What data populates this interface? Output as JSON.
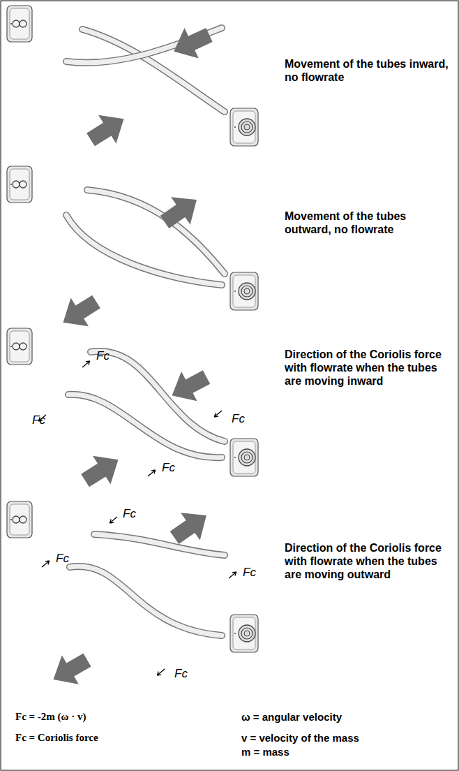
{
  "diagram": {
    "labels": [
      "Movement of the tubes inward, no flowrate",
      "Movement of the tubes outward, no flowrate",
      "Direction of the Coriolis force with flowrate when the tubes are moving inward",
      "Direction of the Coriolis force with flowrate when the tubes are moving outward",
      "Fc",
      "Fc",
      "Fc",
      "Fc",
      "Fc",
      "Fc",
      "Fc",
      "Fc",
      "Fc = -2m (ω · v)",
      "Fc = Coriolis force",
      "ω = angular velocity",
      "v = velocity of the mass",
      "m = mass"
    ]
  }
}
